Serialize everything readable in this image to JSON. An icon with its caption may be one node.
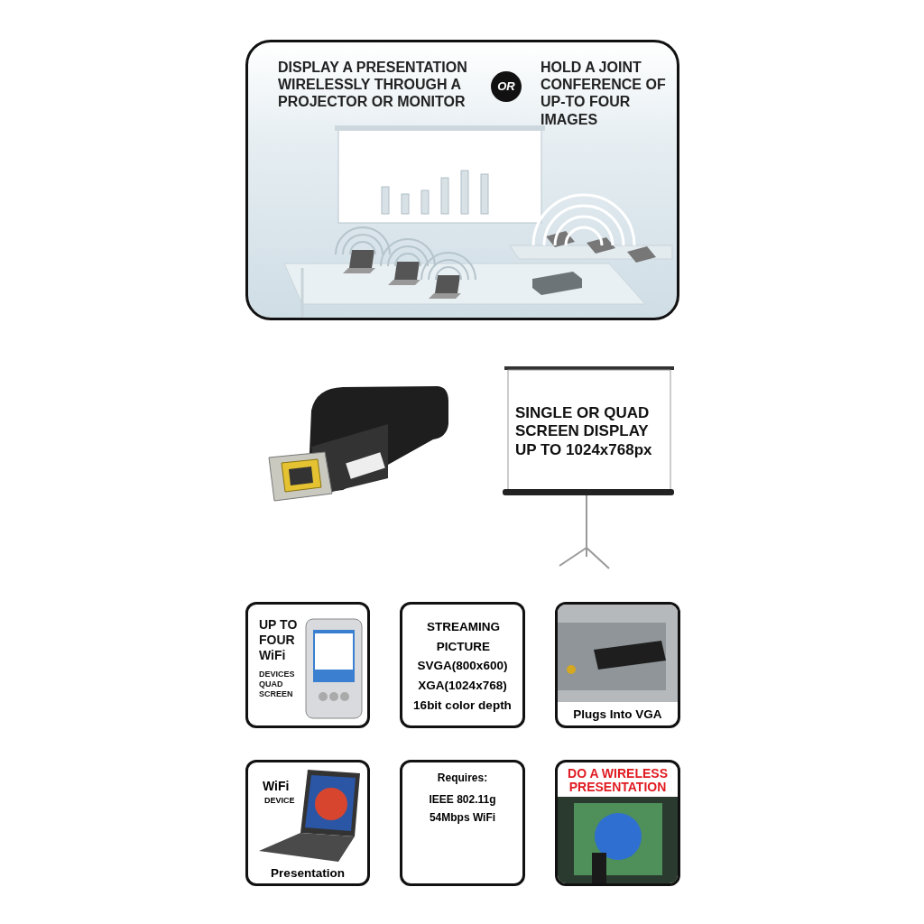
{
  "diagram": {
    "nodes": [
      {
        "text": [
          "DISPLAY A PRESENTATION WIRELESSLY THROUGH A PROJECTOR OR MONITOR",
          "HOLD A JOINT CONFERENCE OF UP-TO FOUR IMAGES"
        ]
      },
      {
        "text": [
          "OR"
        ],
        "in": 0
      },
      {
        "text": [],
        "shape": "picture"
      },
      {
        "text": [
          "SINGLE OR QUAD SCREEN DISPLAY UP TO 1024x768px"
        ]
      },
      {
        "text": [
          "UP TO FOUR WiFi",
          "DEVICES QUAD SCREEN"
        ]
      },
      {
        "text": [
          "STREAMING PICTURE",
          "SVGA(800x600)",
          "XGA(1024x768)",
          "16bit color depth"
        ]
      },
      {
        "text": [
          "Plugs Into VGA"
        ]
      },
      {
        "text": [
          "WiFi",
          "DEVICE",
          "Presentation"
        ]
      },
      {
        "text": [
          "Requires:",
          "IEEE 802.11g",
          "54Mbps WiFi"
        ]
      },
      {
        "text": [
          "DO A WIRELESS PRESENTATION"
        ]
      }
    ]
  }
}
